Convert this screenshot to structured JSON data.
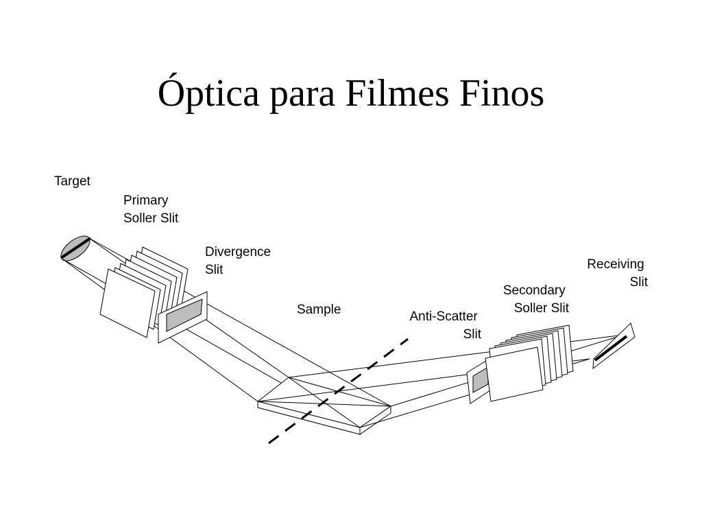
{
  "title": "Óptica para Filmes Finos",
  "labels": {
    "target": [
      "Target"
    ],
    "primary_soller_slit": [
      "Primary",
      "Soller Slit"
    ],
    "divergence_slit": [
      "Divergence",
      "Slit"
    ],
    "sample": [
      "Sample"
    ],
    "anti_scatter_slit": [
      "Anti-Scatter",
      "Slit"
    ],
    "secondary_soller_slit": [
      "Secondary",
      "Soller Slit"
    ],
    "receiving_slit": [
      "Receiving",
      "Slit"
    ]
  },
  "colors": {
    "line": "#000000",
    "slit_fill": "#bdbdbd",
    "background": "#ffffff"
  }
}
